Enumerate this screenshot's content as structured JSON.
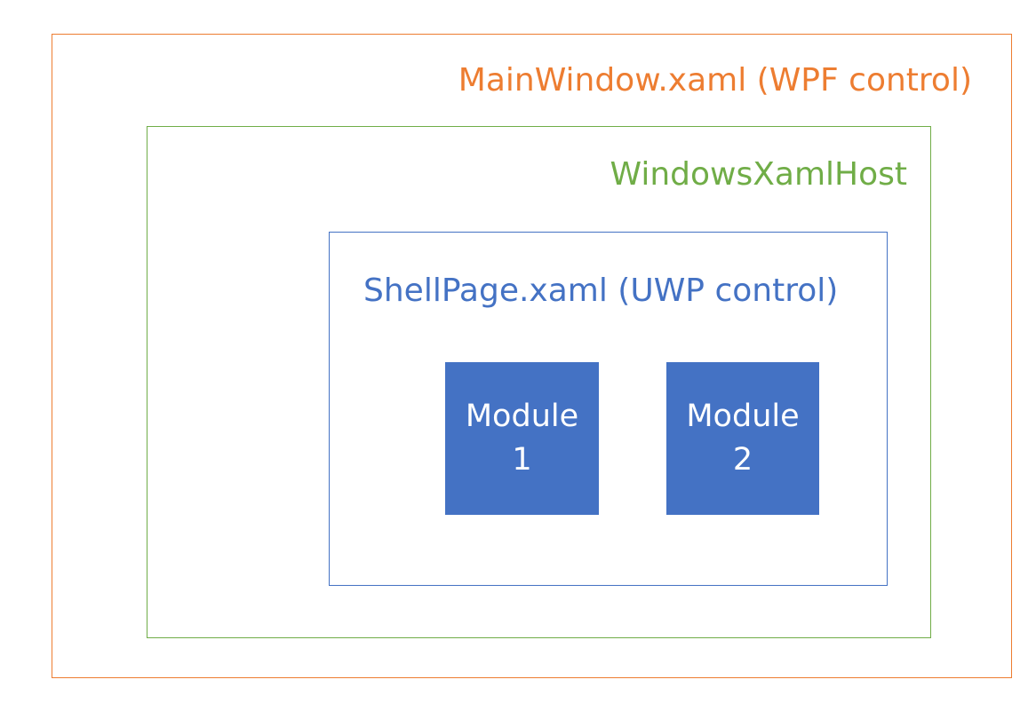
{
  "main_window": {
    "label": "MainWindow.xaml (WPF control)",
    "color": "#ED7D31"
  },
  "host": {
    "label": "WindowsXamlHost",
    "color": "#70AD47"
  },
  "shell": {
    "label": "ShellPage.xaml (UWP control)",
    "color": "#4472C4"
  },
  "modules": [
    {
      "line1": "Module",
      "line2": "1"
    },
    {
      "line1": "Module",
      "line2": "2"
    }
  ]
}
